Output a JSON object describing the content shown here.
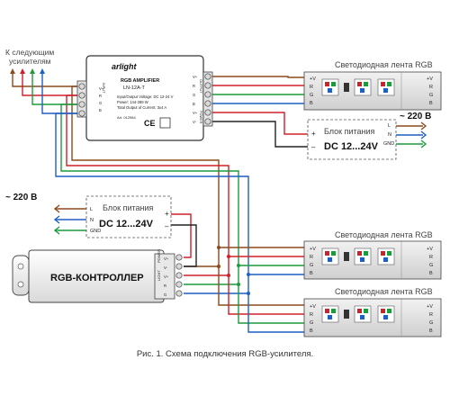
{
  "top_note": {
    "line1": "К следующим",
    "line2": "усилителям"
  },
  "amplifier": {
    "brand": "arlight",
    "title": "RGB AMPLIFIER",
    "model": "LN-12A-T",
    "spec1": "Input/Output Voltage: DC 12-24 V",
    "spec2": "Power: 144-288 W",
    "spec3": "Total Output of Current: 3x4 A",
    "article": "Art. 012984",
    "input_label": "INPUT",
    "output_label": "OUTPUT",
    "power_label": "POWER",
    "input_terminals": [
      "V+",
      "R",
      "G",
      "B"
    ],
    "output_terminals": [
      "V+",
      "R",
      "G",
      "B",
      "V+",
      "V-"
    ]
  },
  "strip1": {
    "title": "Светодиодная лента RGB",
    "terminals": [
      "+V",
      "R",
      "G",
      "B"
    ]
  },
  "strip2": {
    "title": "Светодиодная лента RGB",
    "terminals": [
      "+V",
      "R",
      "G",
      "B"
    ]
  },
  "strip3": {
    "title": "Светодиодная лента RGB",
    "terminals": [
      "+V",
      "R",
      "G",
      "B"
    ]
  },
  "psu1": {
    "title": "Блок питания",
    "voltage": "DC 12...24V",
    "plus": "+",
    "minus": "–",
    "mains": "~ 220 В",
    "terminals": [
      "L",
      "N",
      "GND"
    ]
  },
  "psu2": {
    "title": "Блок питания",
    "voltage": "DC 12...24V",
    "plus": "+",
    "minus": "–",
    "mains": "~ 220 В",
    "terminals": [
      "L",
      "N",
      "GND"
    ]
  },
  "controller": {
    "title": "RGB-КОНТРОЛЛЕР",
    "side_label": "LIGHT",
    "power_label": "POWER",
    "terminals": [
      "V+",
      "V-",
      "V+",
      "R",
      "G",
      "B"
    ]
  },
  "caption": "Рис. 1. Схема подключения RGB-усилителя.",
  "colors": {
    "red": "#d0202a",
    "green": "#1e9a3c",
    "blue": "#1f5fc4",
    "brown": "#8b4a1c",
    "black": "#222222",
    "grey": "#777777"
  }
}
